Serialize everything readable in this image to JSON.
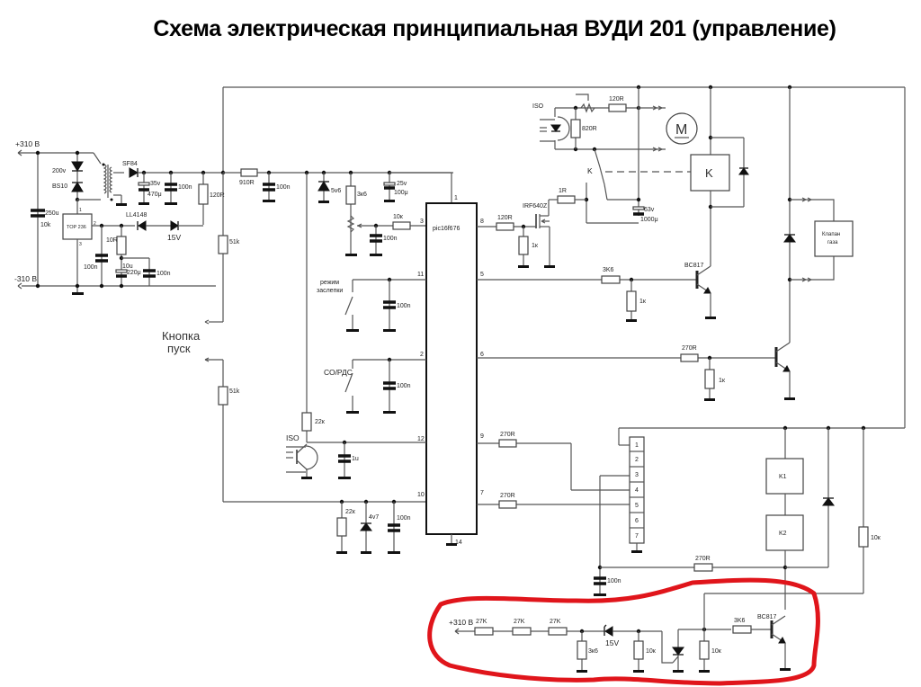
{
  "title": "Схема электрическая принципиальная ВУДИ 201 (управление)",
  "colors": {
    "wire": "#555555",
    "highlight": "#e0151b",
    "background": "#ffffff"
  },
  "power": {
    "plus": "+310 В",
    "minus": "-310 В"
  },
  "psu": {
    "ic": "TOP 236",
    "ic_pins": [
      "1",
      "2",
      "3"
    ],
    "tvs": "200v",
    "diode_main": "BS10",
    "rect_diode": "SF84",
    "cap_input": "250u",
    "cap_input_v": "10k",
    "cap_out_v": "35v",
    "cap_out": "470μ",
    "cap_100n_a": "100n",
    "res_fb": "120R",
    "diode_ll": "LL4148",
    "zener": "15V",
    "res_10r": "10R",
    "cap_100n_b": "100n",
    "cap_10u_v": "10u",
    "cap_220u": "220μ",
    "cap_100n_c": "100n"
  },
  "mcu": {
    "name": "pic16f676",
    "pins": {
      "p1": "1",
      "p3": "3",
      "p8": "8",
      "p11": "11",
      "p5": "5",
      "p2": "2",
      "p6": "6",
      "p12": "12",
      "p9": "9",
      "p10": "10",
      "p7": "7",
      "p14": "14"
    },
    "res_910": "910R",
    "cap_100n_top": "100n",
    "zener_5v6": "5v6",
    "res_3k6": "3к6",
    "cap_25v": "25v",
    "cap_100u": "100μ",
    "res_10k": "10к",
    "cap_100n_pot": "100n"
  },
  "motor": {
    "iso_label": "ISO",
    "res_820": "820R",
    "res_120": "120R",
    "motor_symbol": "M",
    "relay_contact": "K",
    "relay_coil": "K",
    "res_1r": "1R",
    "mosfet": "IRF640Z",
    "res_gate": "120R",
    "res_gate_pd": "1к",
    "cap_63v": "63v",
    "cap_1000u": "1000μ"
  },
  "transistors": {
    "q1_name": "BC817",
    "q1_base_res": "3K6",
    "q1_pd": "1к",
    "q2_base_res": "270R",
    "q2_pd": "1к"
  },
  "gas_valve": {
    "label_line1": "Клапан",
    "label_line2": "газа"
  },
  "start_button": {
    "line1": "Кнопка",
    "line2": "пуск",
    "res_a": "51k",
    "res_b": "51k"
  },
  "switches": {
    "latch_line1": "режим",
    "latch_line2": "заслепки",
    "latch_cap": "100n",
    "co_label": "СО/РДС",
    "co_cap": "100n"
  },
  "flame": {
    "iso_label": "ISO",
    "res_22k": "22к",
    "cap_1u": "1u",
    "res_22k_b": "22к",
    "zener_4v7": "4v7",
    "cap_100n": "100n"
  },
  "connector": {
    "pins": [
      "1",
      "2",
      "3",
      "4",
      "5",
      "6",
      "7"
    ],
    "res_9": "270R",
    "res_7": "270R",
    "cap": "100n",
    "res_bottom": "270R"
  },
  "relays": {
    "k1": "K1",
    "k2": "K2",
    "res_10k": "10к"
  },
  "highlighted": {
    "supply": "+310 В",
    "r1": "27K",
    "r2": "27K",
    "r3": "27K",
    "res_3k6": "3к6",
    "zener": "15V",
    "res_10k_a": "10к",
    "res_10k_b": "10к",
    "res_base": "3K6",
    "transistor": "BC817"
  }
}
